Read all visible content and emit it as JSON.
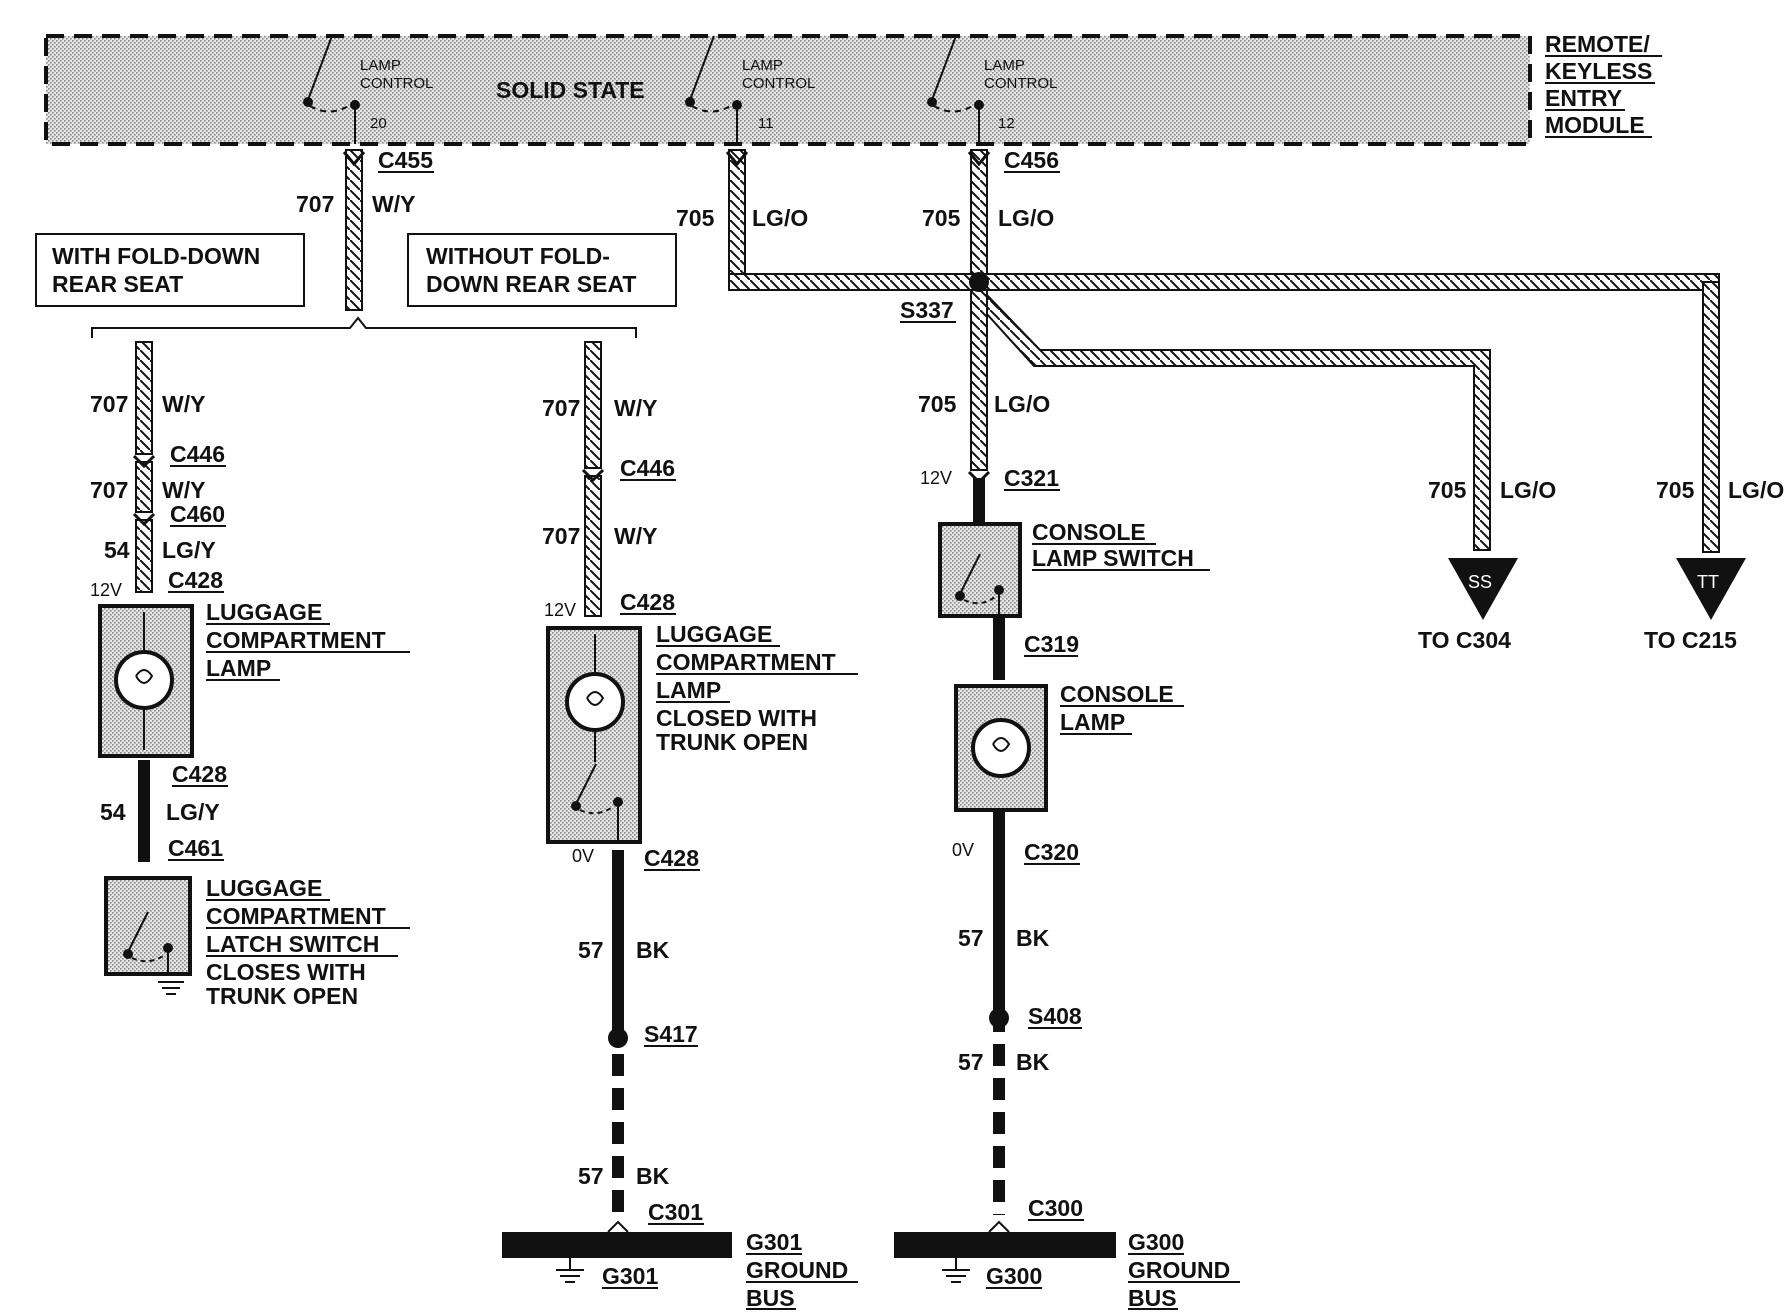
{
  "module": {
    "name_lines": [
      "REMOTE/",
      "KEYLESS",
      "ENTRY",
      "MODULE"
    ],
    "solid_state": "SOLID STATE",
    "lamp_control_lines": [
      "LAMP",
      "CONTROL"
    ],
    "pins": [
      "20",
      "11",
      "12"
    ]
  },
  "connectors": {
    "c455": "C455",
    "c456": "C456",
    "c446a": "C446",
    "c446b": "C446",
    "c460": "C460",
    "c428a": "C428",
    "c428b": "C428",
    "c428c": "C428",
    "c428d": "C428",
    "c461": "C461",
    "c321": "C321",
    "c319": "C319",
    "c320": "C320",
    "c301": "C301",
    "c300": "C300"
  },
  "splices": {
    "s337": "S337",
    "s417": "S417",
    "s408": "S408"
  },
  "circuits": {
    "c707": "707",
    "c705": "705",
    "c54": "54",
    "c57": "57",
    "wy": "W/Y",
    "lgo": "LG/O",
    "lgy": "LG/Y",
    "bk": "BK"
  },
  "voltages": {
    "v12": "12V",
    "v0": "0V"
  },
  "options": {
    "with_fold": [
      "WITH FOLD-DOWN",
      "REAR SEAT"
    ],
    "without_fold": [
      "WITHOUT FOLD-",
      "DOWN REAR SEAT"
    ]
  },
  "components": {
    "luggage_lamp": [
      "LUGGAGE",
      "COMPARTMENT",
      "LAMP"
    ],
    "latch_switch": [
      "LUGGAGE",
      "COMPARTMENT",
      "LATCH SWITCH"
    ],
    "latch_note": [
      "CLOSES WITH",
      "TRUNK OPEN"
    ],
    "lamp_note": [
      "CLOSED WITH",
      "TRUNK OPEN"
    ],
    "console_switch": [
      "CONSOLE",
      "LAMP SWITCH"
    ],
    "console_lamp": [
      "CONSOLE",
      "LAMP"
    ]
  },
  "grounds": {
    "g301": "G301",
    "g300": "G300",
    "g301_bus": [
      "G301",
      "GROUND",
      "BUS"
    ],
    "g300_bus": [
      "G300",
      "GROUND",
      "BUS"
    ]
  },
  "offpage": {
    "ss": "SS",
    "tt": "TT",
    "to_c304": "TO C304",
    "to_c215": "TO C215"
  }
}
